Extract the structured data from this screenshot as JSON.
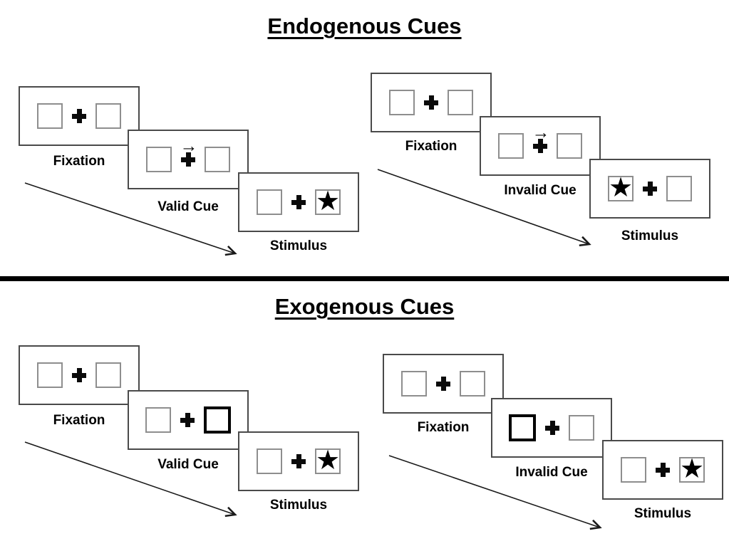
{
  "figure": {
    "kind": "attention-cueing-paradigm-diagram"
  },
  "icons": {
    "star": "★",
    "cue_arrow": "→"
  },
  "colors": {
    "background": "#ffffff",
    "ink": "#000000",
    "panel_border": "#4a4a4a",
    "box_border": "#8e8e8e",
    "divider": "#000000"
  },
  "sections": {
    "endogenous": {
      "title": "Endogenous Cues",
      "trials": {
        "valid": {
          "fixation_label": "Fixation",
          "cue_label": "Valid Cue",
          "stimulus_label": "Stimulus",
          "cue": {
            "type": "central-arrow",
            "direction": "right"
          },
          "target": {
            "side": "right",
            "glyph": "★"
          }
        },
        "invalid": {
          "fixation_label": "Fixation",
          "cue_label": "Invalid Cue",
          "stimulus_label": "Stimulus",
          "cue": {
            "type": "central-arrow",
            "direction": "right"
          },
          "target": {
            "side": "left",
            "glyph": "★"
          }
        }
      }
    },
    "exogenous": {
      "title": "Exogenous Cues",
      "trials": {
        "valid": {
          "fixation_label": "Fixation",
          "cue_label": "Valid Cue",
          "stimulus_label": "Stimulus",
          "cue": {
            "type": "peripheral-box-highlight",
            "side": "right"
          },
          "target": {
            "side": "right",
            "glyph": "★"
          }
        },
        "invalid": {
          "fixation_label": "Fixation",
          "cue_label": "Invalid Cue",
          "stimulus_label": "Stimulus",
          "cue": {
            "type": "peripheral-box-highlight",
            "side": "left"
          },
          "target": {
            "side": "right",
            "glyph": "★"
          }
        }
      }
    }
  }
}
